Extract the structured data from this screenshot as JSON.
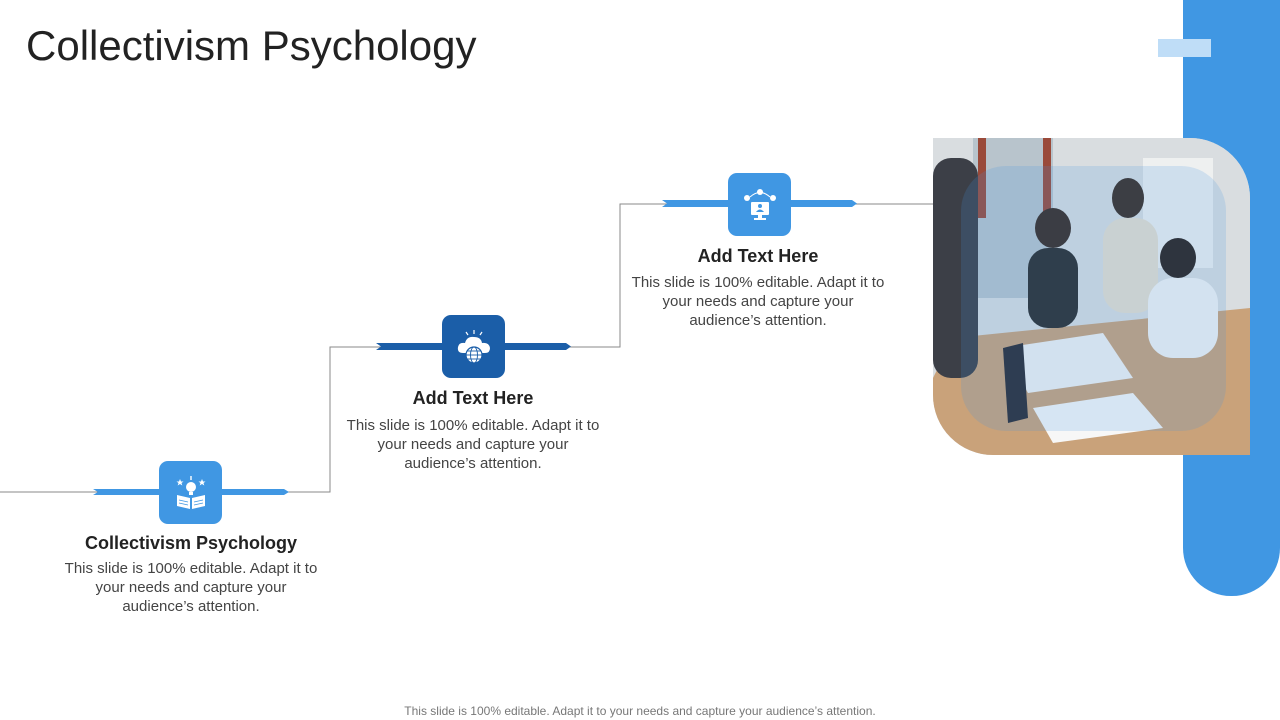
{
  "title": "Collectivism Psychology",
  "colors": {
    "accent": "#4097e3",
    "dark_accent": "#1b5ea8",
    "light_accent": "#bfddf7",
    "connector": "#8a8a8a"
  },
  "steps": [
    {
      "heading": "Collectivism Psychology",
      "body": "This slide is 100% editable. Adapt it to your needs and capture your audience’s attention.",
      "icon": "book-idea-icon"
    },
    {
      "heading": "Add Text Here",
      "body": "This slide is 100% editable. Adapt it to your needs and capture your audience’s attention.",
      "icon": "cloud-globe-icon"
    },
    {
      "heading": "Add Text Here",
      "body": "This slide is 100% editable. Adapt it to your needs and capture your audience’s attention.",
      "icon": "monitor-network-icon"
    }
  ],
  "footer": "This slide is 100% editable. Adapt it to your needs and capture your audience’s attention."
}
